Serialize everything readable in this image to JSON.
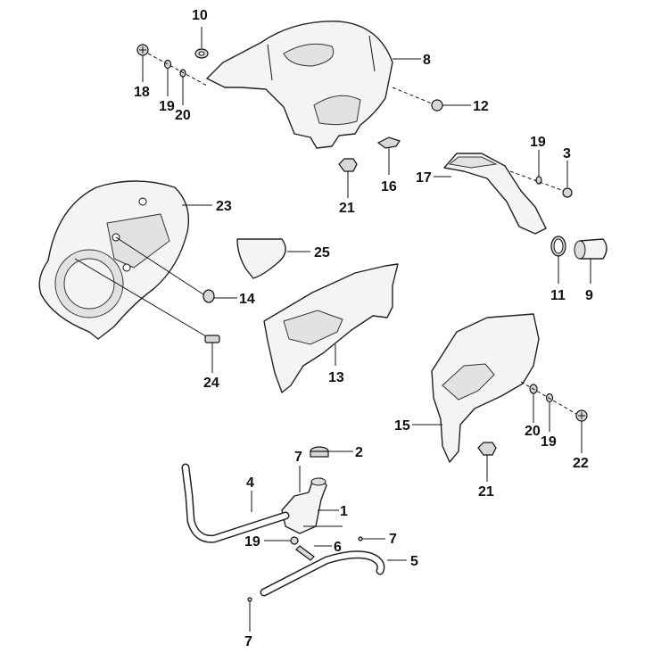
{
  "diagram": {
    "callouts": [
      {
        "id": "c1",
        "text": "1"
      },
      {
        "id": "c2",
        "text": "2"
      },
      {
        "id": "c3",
        "text": "3"
      },
      {
        "id": "c4",
        "text": "4"
      },
      {
        "id": "c5",
        "text": "5"
      },
      {
        "id": "c6",
        "text": "6"
      },
      {
        "id": "c7a",
        "text": "7"
      },
      {
        "id": "c7b",
        "text": "7"
      },
      {
        "id": "c7c",
        "text": "7"
      },
      {
        "id": "c8",
        "text": "8"
      },
      {
        "id": "c9",
        "text": "9"
      },
      {
        "id": "c10",
        "text": "10"
      },
      {
        "id": "c11",
        "text": "11"
      },
      {
        "id": "c12",
        "text": "12"
      },
      {
        "id": "c13",
        "text": "13"
      },
      {
        "id": "c14",
        "text": "14"
      },
      {
        "id": "c15",
        "text": "15"
      },
      {
        "id": "c16",
        "text": "16"
      },
      {
        "id": "c17",
        "text": "17"
      },
      {
        "id": "c18",
        "text": "18"
      },
      {
        "id": "c19a",
        "text": "19"
      },
      {
        "id": "c19b",
        "text": "19"
      },
      {
        "id": "c19c",
        "text": "19"
      },
      {
        "id": "c19d",
        "text": "19"
      },
      {
        "id": "c20a",
        "text": "20"
      },
      {
        "id": "c20b",
        "text": "20"
      },
      {
        "id": "c21a",
        "text": "21"
      },
      {
        "id": "c21b",
        "text": "21"
      },
      {
        "id": "c22",
        "text": "22"
      },
      {
        "id": "c23",
        "text": "23"
      },
      {
        "id": "c24",
        "text": "24"
      },
      {
        "id": "c25",
        "text": "25"
      }
    ]
  }
}
